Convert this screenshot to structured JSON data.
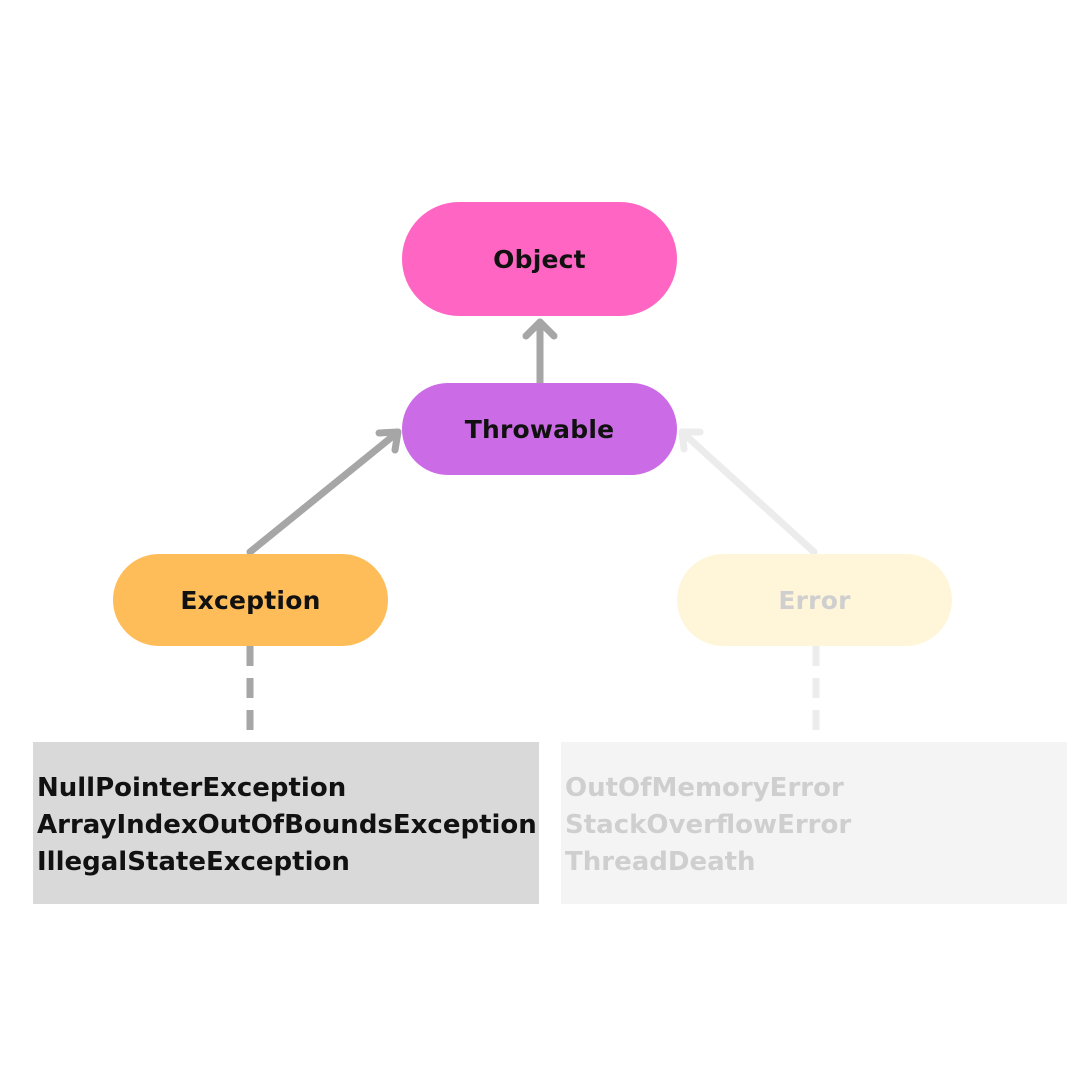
{
  "nodes": {
    "object": {
      "label": "Object",
      "color": "#ff66c4"
    },
    "throwable": {
      "label": "Throwable",
      "color": "#cb6ce6"
    },
    "exception": {
      "label": "Exception",
      "color": "#ffbd59"
    },
    "error": {
      "label": "Error",
      "color": "#fff5d9",
      "faded": true
    }
  },
  "lists": {
    "exceptions": {
      "items": [
        "NullPointerException",
        "ArrayIndexOutOfBoundsException",
        "IllegalStateException"
      ],
      "background": "#d9d9d9"
    },
    "errors": {
      "items": [
        "OutOfMemoryError",
        "StackOverflowError",
        "ThreadDeath"
      ],
      "background": "#f4f4f4",
      "faded": true
    }
  },
  "edges": [
    {
      "from": "throwable",
      "to": "object",
      "style": "solid-arrow",
      "color": "#a6a6a6"
    },
    {
      "from": "exception",
      "to": "throwable",
      "style": "solid-arrow",
      "color": "#a6a6a6"
    },
    {
      "from": "error",
      "to": "throwable",
      "style": "solid-arrow",
      "color": "#ececec"
    },
    {
      "from": "exception",
      "to": "exceptions-list",
      "style": "dashed",
      "color": "#a6a6a6"
    },
    {
      "from": "error",
      "to": "errors-list",
      "style": "dashed",
      "color": "#ececec"
    }
  ]
}
